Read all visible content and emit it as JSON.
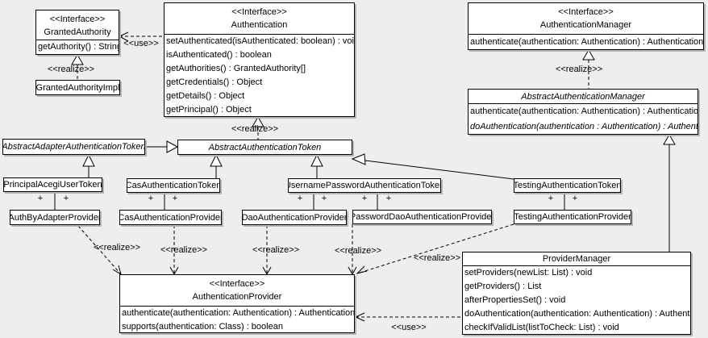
{
  "labels": {
    "use": "<<use>>",
    "realize": "<<realize>>",
    "plus": "+"
  },
  "colors": {
    "background": "#eeeeee",
    "box_fill": "#ffffff",
    "box_border": "#000000",
    "box_shadow": "#b4b4b4",
    "text": "#000000"
  },
  "classes": {
    "granted_authority": {
      "stereotype": "<<Interface>>",
      "name": "GrantedAuthority",
      "methods": [
        "getAuthority() : String"
      ]
    },
    "granted_authority_impl": {
      "name": "GrantedAuthorityImpl"
    },
    "authentication": {
      "stereotype": "<<Interface>>",
      "name": "Authentication",
      "methods": [
        "setAuthenticated(isAuthenticated: boolean) : void",
        "isAuthenticated() : boolean",
        "getAuthorities() : GrantedAuthority[]",
        "getCredentials() : Object",
        "getDetails() : Object",
        "getPrincipal() : Object"
      ]
    },
    "authentication_manager": {
      "stereotype": "<<Interface>>",
      "name": "AuthenticationManager",
      "methods": [
        "authenticate(authentication: Authentication) : Authentication"
      ]
    },
    "abstract_authentication_manager": {
      "name": "AbstractAuthenticationManager",
      "methods": [
        "authenticate(authentication: Authentication) : Authentication",
        "doAuthentication(authentication : Authentication) : Authentication"
      ]
    },
    "abstract_adapter_authentication_token": {
      "name": "AbstractAdapterAuthenticationToken"
    },
    "abstract_authentication_token": {
      "name": "AbstractAuthenticationToken"
    },
    "principal_acegi_user_token": {
      "name": "PrincipalAcegiUserToken"
    },
    "cas_authentication_token": {
      "name": "CasAuthenticationToken"
    },
    "username_password_authentication_token": {
      "name": "UsernamePasswordAuthenticationToken"
    },
    "testing_authentication_token": {
      "name": "TestingAuthenticationToken"
    },
    "auth_by_adapter_provider": {
      "name": "AuthByAdapterProvider"
    },
    "cas_authentication_provider": {
      "name": "CasAuthenticationProvider"
    },
    "dao_authentication_provider": {
      "name": "DaoAuthenticationProvider"
    },
    "password_dao_authentication_provider": {
      "name": "PasswordDaoAuthenticationProvider"
    },
    "testing_authentication_provider": {
      "name": "TestingAuthenticationProvider"
    },
    "authentication_provider": {
      "stereotype": "<<Interface>>",
      "name": "AuthenticationProvider",
      "methods": [
        "authenticate(authentication: Authentication) : Authentication",
        "supports(authentication: Class) : boolean"
      ]
    },
    "provider_manager": {
      "name": "ProviderManager",
      "methods": [
        "setProviders(newList: List) : void",
        "getProviders() : List",
        "afterPropertiesSet() : void",
        "doAuthentication(authentication: Authentication) : Authentication",
        "checkIfValidList(listToCheck: List) : void"
      ]
    }
  }
}
